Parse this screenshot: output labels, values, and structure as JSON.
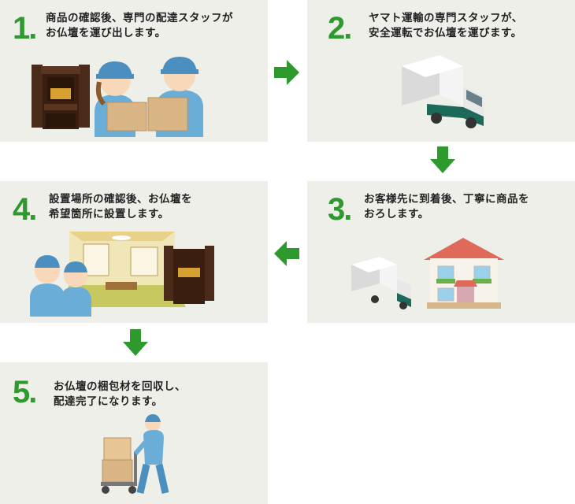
{
  "steps": [
    {
      "number": "1",
      "line1": "商品の確認後、専門の配達スタッフが",
      "line2": "お仏壇を運び出します。",
      "illustration": "staff-carrying-boxes-with-butsudan"
    },
    {
      "number": "2",
      "line1": "ヤマト運輸の専門スタッフが、",
      "line2": "安全運転でお仏壇を運びます。",
      "illustration": "delivery-truck"
    },
    {
      "number": "3",
      "line1": "お客様先に到着後、丁寧に商品を",
      "line2": "おろします。",
      "illustration": "truck-and-house"
    },
    {
      "number": "4",
      "line1": "設置場所の確認後、お仏壇を",
      "line2": "希望箇所に設置します。",
      "illustration": "staff-in-japanese-room-with-butsudan"
    },
    {
      "number": "5",
      "line1": "お仏壇の梱包材を回収し、",
      "line2": "配達完了になります。",
      "illustration": "staff-pushing-cart"
    }
  ],
  "colors": {
    "card": "#efefea",
    "accent": "#2e9a2e",
    "text": "#222222"
  },
  "arrows": [
    "arrow-right-icon",
    "arrow-down-icon",
    "arrow-left-icon",
    "arrow-down-icon"
  ]
}
